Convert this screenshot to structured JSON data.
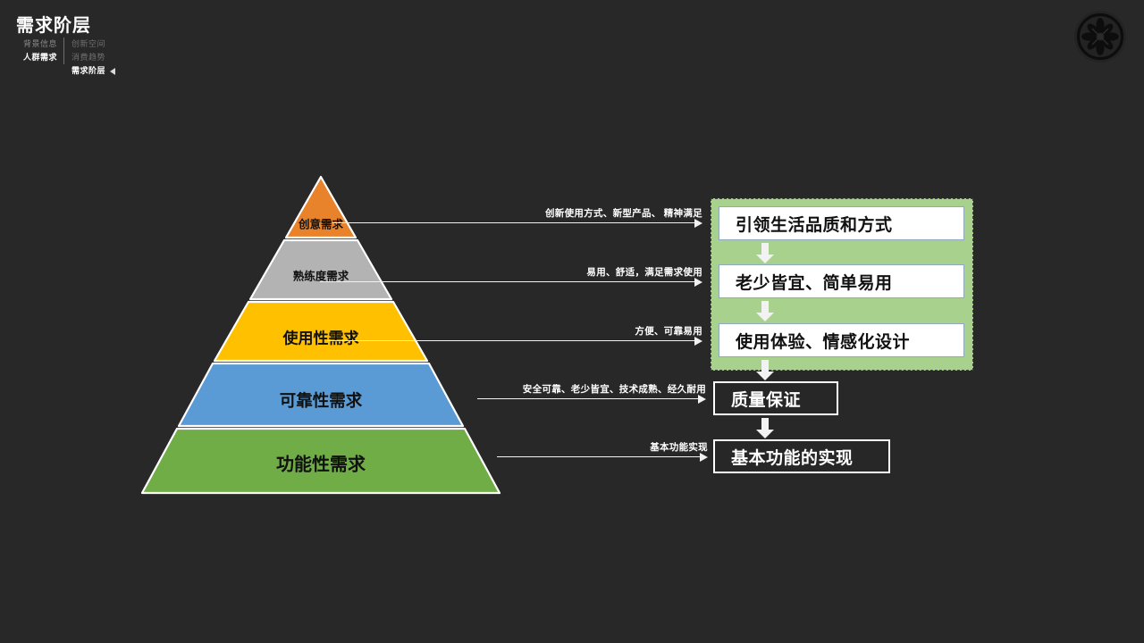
{
  "header": {
    "title": "需求阶层",
    "breadcrumb_left": [
      {
        "label": "背景信息",
        "state": "dim"
      },
      {
        "label": "人群需求",
        "state": "bright"
      }
    ],
    "breadcrumb_right": [
      {
        "label": "创新空间",
        "state": "muted"
      },
      {
        "label": "消费趋势",
        "state": "muted"
      },
      {
        "label": "需求阶层",
        "state": "bright"
      }
    ],
    "logo_name": "flower-emblem-logo"
  },
  "colors": {
    "background": "#282828",
    "tier_creative": "#E8832B",
    "tier_proficiency": "#B3B3B3",
    "tier_usability": "#FFC000",
    "tier_reliability": "#5B9BD5",
    "tier_functional": "#70AD47",
    "green_panel": "#A9D18E",
    "box_border_light": "#8FAABE",
    "arrow": "#F2F2F2"
  },
  "chart_data": {
    "type": "pyramid",
    "title": "需求阶层",
    "tiers": [
      {
        "label": "创意需求",
        "color": "#E8832B",
        "level": 5,
        "connector": "创新使用方式、新型产品、 精神满足",
        "outcome": "引领生活品质和方式"
      },
      {
        "label": "熟练度需求",
        "color": "#B3B3B3",
        "level": 4,
        "connector": "易用、舒适，满足需求使用",
        "outcome": "老少皆宜、简单易用"
      },
      {
        "label": "使用性需求",
        "color": "#FFC000",
        "level": 3,
        "connector": "方便、可靠易用",
        "outcome": "使用体验、情感化设计"
      },
      {
        "label": "可靠性需求",
        "color": "#5B9BD5",
        "level": 2,
        "connector": "安全可靠、老少皆宜、技术成熟、经久耐用",
        "outcome": "质量保证"
      },
      {
        "label": "功能性需求",
        "color": "#70AD47",
        "level": 1,
        "connector": "基本功能实现",
        "outcome": "基本功能的实现"
      }
    ]
  },
  "outcomes": [
    {
      "text": "引领生活品质和方式",
      "style": "light"
    },
    {
      "text": "老少皆宜、简单易用",
      "style": "light"
    },
    {
      "text": "使用体验、情感化设计",
      "style": "light"
    },
    {
      "text": "质量保证",
      "style": "dark"
    },
    {
      "text": "基本功能的实现",
      "style": "dark"
    }
  ]
}
